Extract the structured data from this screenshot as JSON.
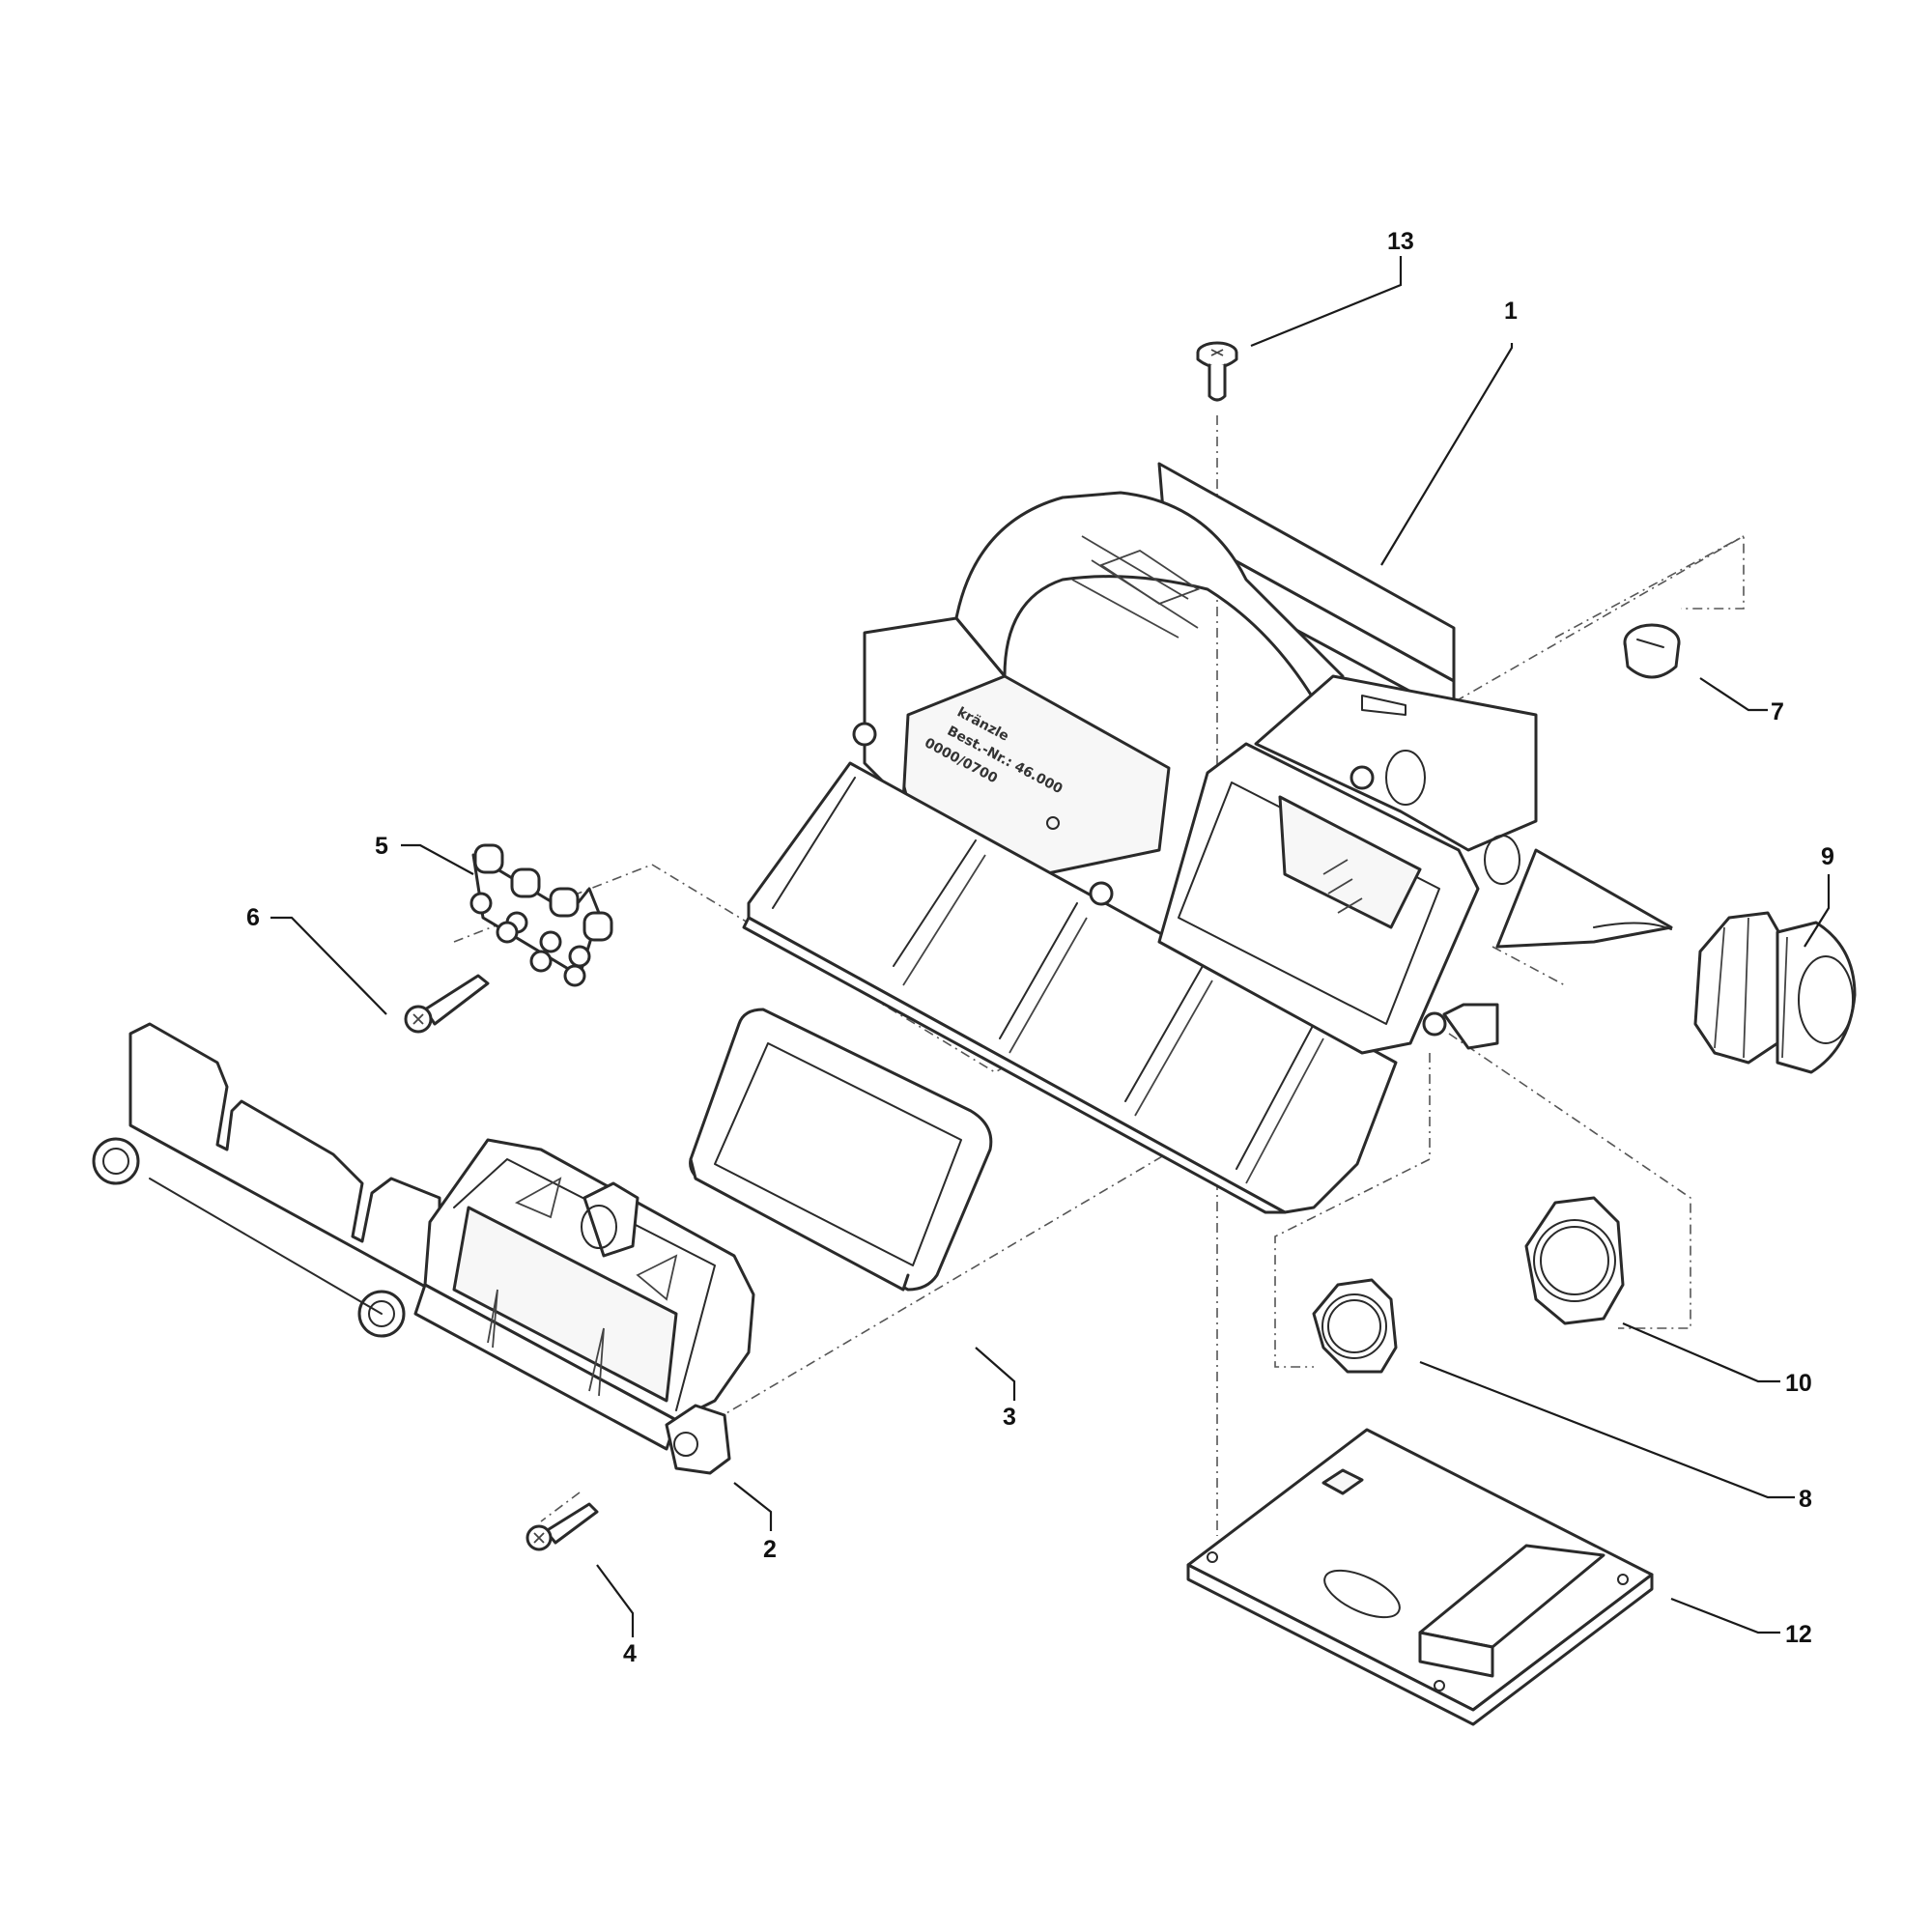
{
  "callouts": [
    {
      "id": "c1",
      "label": "1"
    },
    {
      "id": "c2",
      "label": "2"
    },
    {
      "id": "c3",
      "label": "3"
    },
    {
      "id": "c4",
      "label": "4"
    },
    {
      "id": "c5",
      "label": "5"
    },
    {
      "id": "c6",
      "label": "6"
    },
    {
      "id": "c7",
      "label": "7"
    },
    {
      "id": "c8",
      "label": "8"
    },
    {
      "id": "c9",
      "label": "9"
    },
    {
      "id": "c10",
      "label": "10"
    },
    {
      "id": "c12",
      "label": "12"
    },
    {
      "id": "c13",
      "label": "13"
    }
  ],
  "housing_marking": {
    "brand": "kränzle",
    "order_no": "Best.-Nr.: 46.000",
    "code": "0000/0700"
  }
}
